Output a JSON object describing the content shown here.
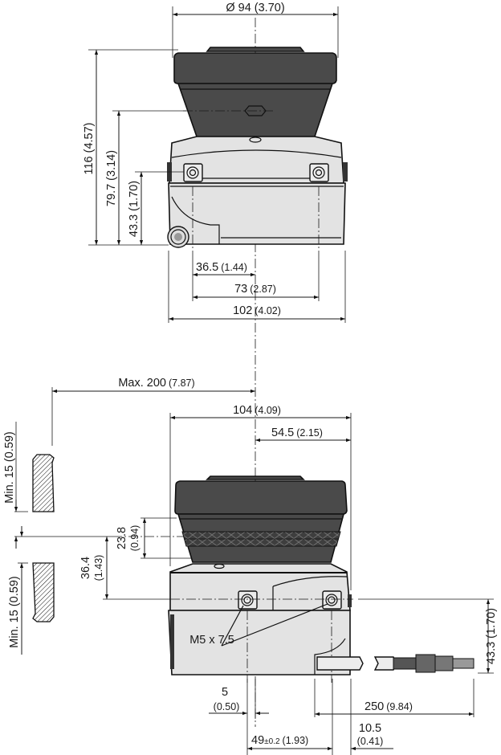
{
  "title": "Dimensional drawing - safety laser scanner",
  "top_view": {
    "diameter": "Ø 94 (3.70)",
    "height_total": "116 (4.57)",
    "height_optics": "79.7 (3.14)",
    "height_mount": "43.3 (1.70)",
    "width_half_holes": "36.5",
    "width_half_holes_in": "(1.44)",
    "width_holes": "73",
    "width_holes_in": "(2.87)",
    "width_total": "102",
    "width_total_in": "(4.02)"
  },
  "side_view": {
    "max_distance": "Max. 200",
    "max_distance_in": "(7.87)",
    "width_total": "104",
    "width_total_in": "(4.09)",
    "width_offset": "54.5",
    "width_offset_in": "(2.15)",
    "min_clear_top": "Min. 15 (0.59)",
    "min_clear_bottom": "Min. 15 (0.59)",
    "scan_window": "23.8",
    "scan_window_in": "(0.94)",
    "scan_plane": "36.4",
    "scan_plane_in": "(1.43)",
    "thread_label": "M5 x 7.5",
    "mount_height": "43.3 (1.70)",
    "dim_5": "5",
    "dim_5_in": "(0.50)",
    "cable_length": "250",
    "cable_length_in": "(9.84)",
    "dim_49": "49",
    "dim_49_tol": "±0.2",
    "dim_49_in": "(1.93)",
    "dim_10_5": "10.5",
    "dim_10_5_in": "(0.41)"
  }
}
